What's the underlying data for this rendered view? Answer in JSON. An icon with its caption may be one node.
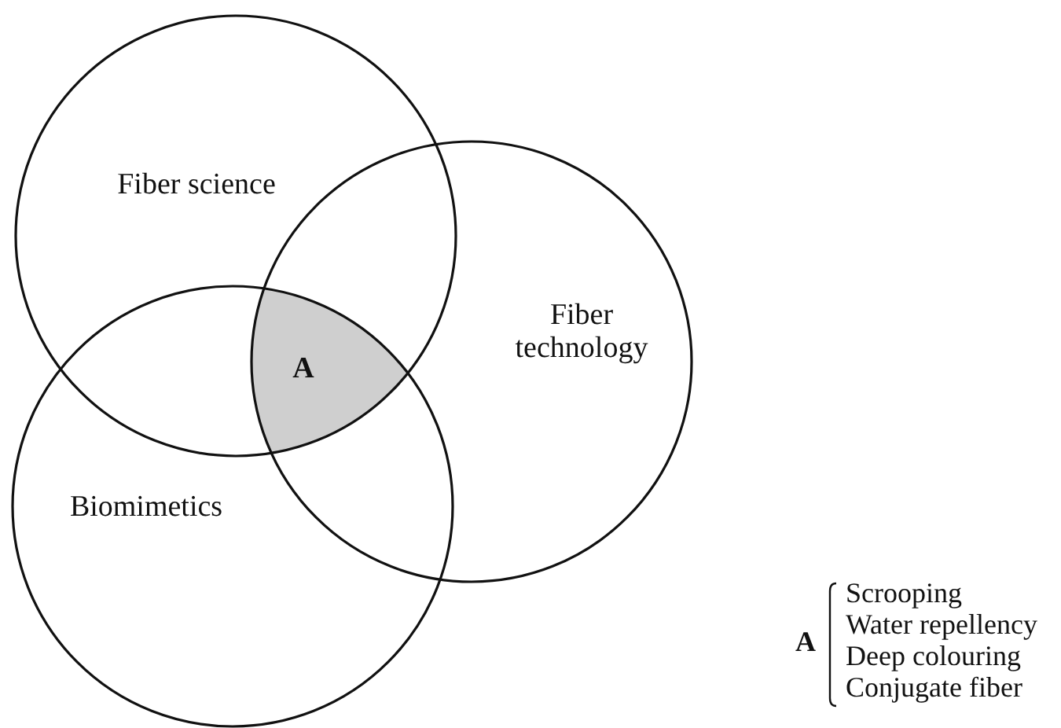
{
  "diagram": {
    "nodes": [
      {
        "text": [
          "Fiber science"
        ]
      },
      {
        "text": [
          "Fiber technology"
        ]
      },
      {
        "text": [
          "Biomimetics"
        ]
      },
      {
        "text": [
          "A"
        ]
      }
    ],
    "labels": [
      "A",
      "Scrooping",
      "Water repellency",
      "Deep colouring",
      "Conjugate fiber"
    ]
  }
}
